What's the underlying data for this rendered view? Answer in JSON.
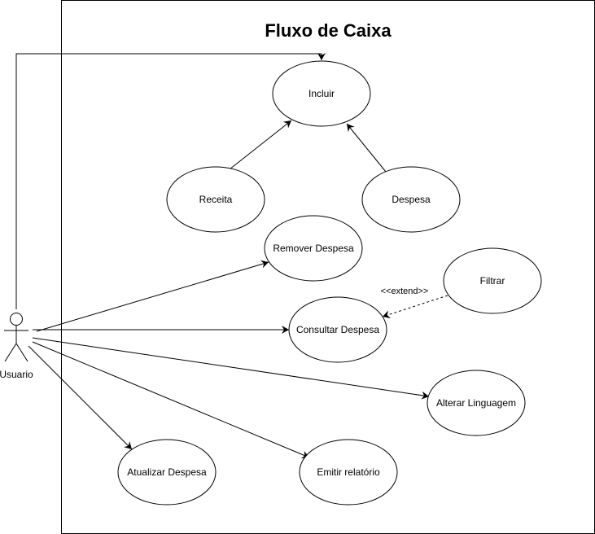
{
  "diagram": {
    "title": "Fluxo de Caixa",
    "actor": {
      "name": "Usuario"
    },
    "use_cases": {
      "incluir": "Incluir",
      "receita": "Receita",
      "despesa": "Despesa",
      "remover_despesa": "Remover Despesa",
      "filtrar": "Filtrar",
      "consultar_despesa": "Consultar Despesa",
      "alterar_linguagem": "Alterar Linguagem",
      "atualizar_despesa": "Atualizar Despesa",
      "emitir_relatorio": "Emitir relatório"
    },
    "stereotypes": {
      "extend": "<<extend>>"
    }
  }
}
